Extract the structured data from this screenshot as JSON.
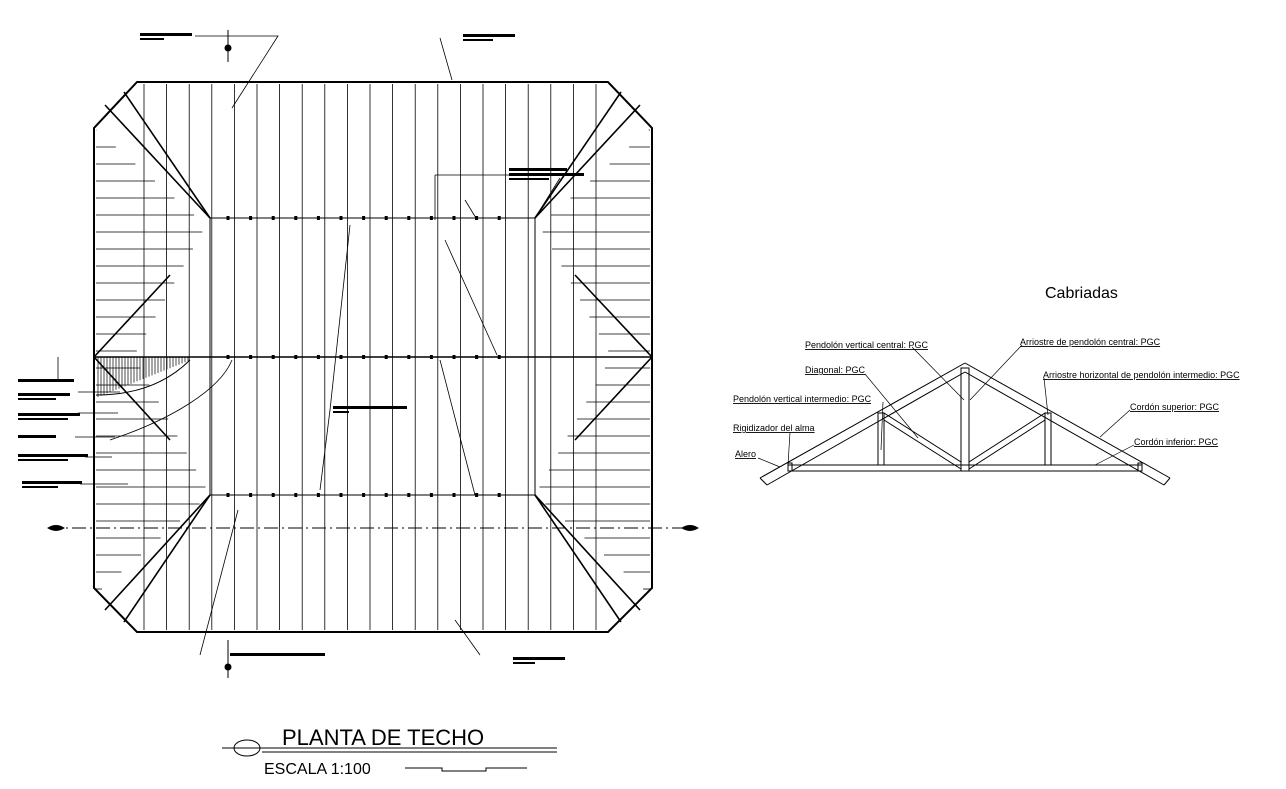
{
  "plan": {
    "title": "PLANTA DE TECHO",
    "scale": "ESCALA 1:100"
  },
  "truss": {
    "title": "Cabriadas",
    "labels": {
      "pendolon_central": "Pendolón vertical central: PGC",
      "arriostre_central": "Arriostre de pendolón central: PGC",
      "diagonal": "Diagonal: PGC",
      "arriostre_horizontal": "Arriostre horizontal de pendolón intermedio: PGC",
      "pendolon_intermedio": "Pendolón vertical intermedio: PGC",
      "cordon_superior": "Cordón superior: PGC",
      "rigidizador": "Rigidizador del alma",
      "cordon_inferior": "Cordón inferior: PGC",
      "alero": "Alero"
    }
  }
}
